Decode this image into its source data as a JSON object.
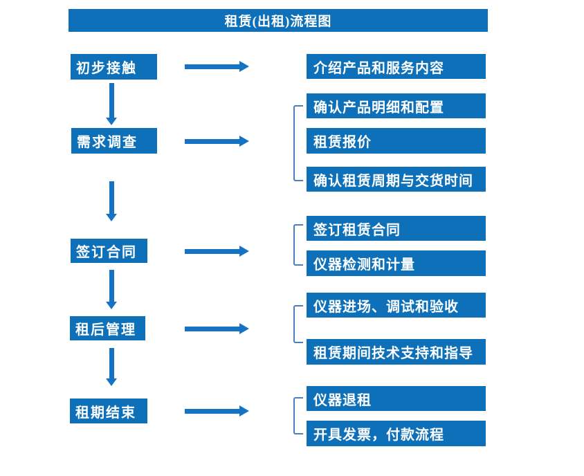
{
  "title": "租赁(出租)流程图",
  "colors": {
    "box_fill": "#0d70b8",
    "arrow": "#1673c4",
    "bracket": "#4a7ebf",
    "box_text": "#ffffff",
    "background": "#ffffff"
  },
  "steps": [
    {
      "label": "初步接触",
      "details": [
        "介绍产品和服务内容"
      ]
    },
    {
      "label": "需求调查",
      "details": [
        "确认产品明细和配置",
        "租赁报价",
        "确认租赁周期与交货时间"
      ]
    },
    {
      "label": "签订合同",
      "details": [
        "签订租赁合同",
        "仪器检测和计量"
      ]
    },
    {
      "label": "租后管理",
      "details": [
        "仪器进场、调试和验收",
        "租赁期间技术支持和指导"
      ]
    },
    {
      "label": "租期结束",
      "details": [
        "仪器退租",
        "开具发票，付款流程"
      ]
    }
  ]
}
